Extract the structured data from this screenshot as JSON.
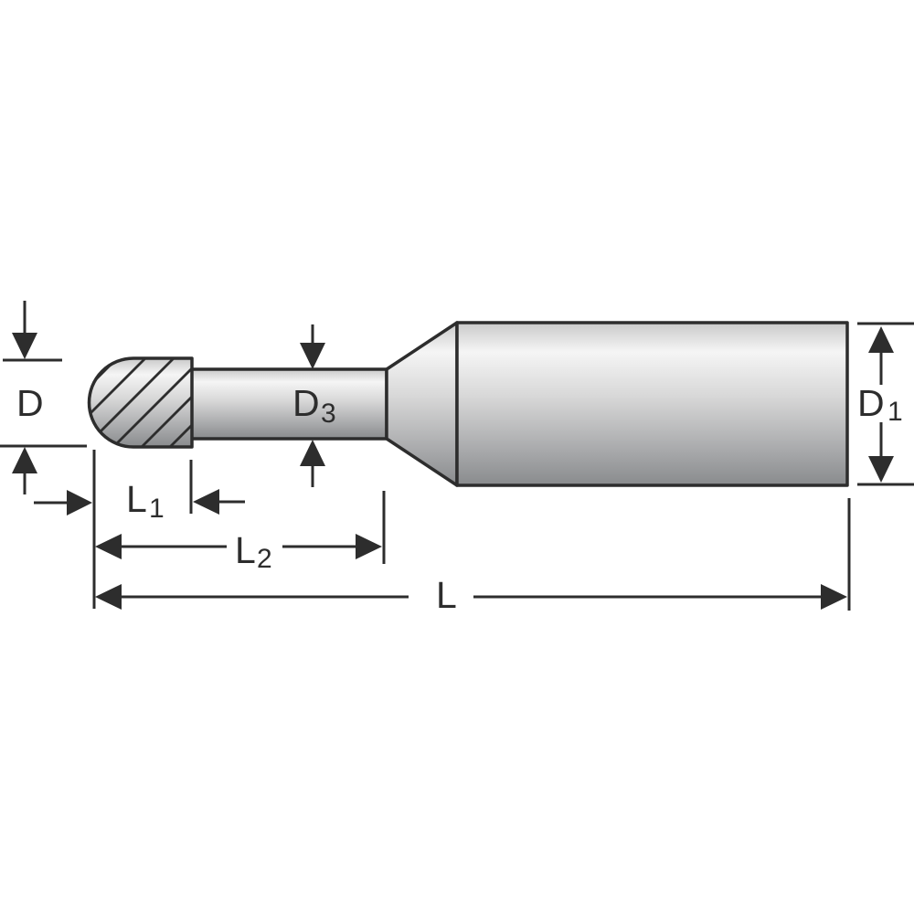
{
  "colors": {
    "line": "#2d2d2d",
    "bg": "#ffffff",
    "metal_edge": "#c9c9c9",
    "metal_light": "#f5f5f5",
    "metal_mid": "#d8d8d8",
    "metal_shadow": "#a9aaac",
    "metal_dark": "#898b8d"
  },
  "diagram": {
    "kind": "technical-dimension-drawing",
    "subject": "ball-nose carbide burr / end mill side profile",
    "labels": {
      "d": {
        "main": "D"
      },
      "d3": {
        "main": "D",
        "sub": "3"
      },
      "d1": {
        "main": "D",
        "sub": "1"
      },
      "l1": {
        "main": "L",
        "sub": "1"
      },
      "l2": {
        "main": "L",
        "sub": "2"
      },
      "l": {
        "main": "L"
      }
    }
  }
}
